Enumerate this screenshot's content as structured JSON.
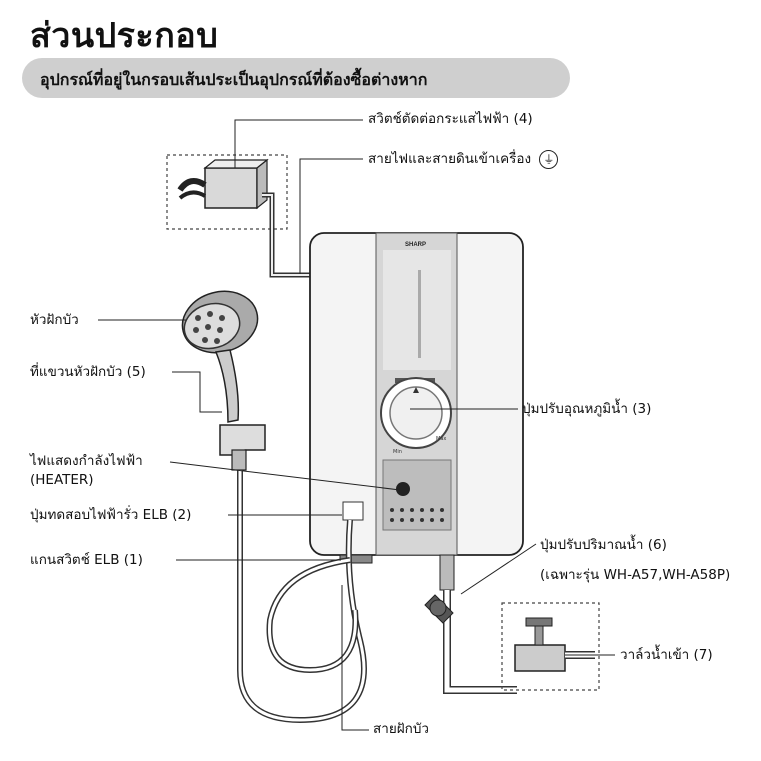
{
  "header": {
    "title": "ส่วนประกอบ",
    "note": "อุปกรณ์ที่อยู่ในกรอบเส้นประเป็นอุปกรณ์ที่ต้องซื้อต่างหาก"
  },
  "device": {
    "brand": "SHARP",
    "temp_dial_min": "Min",
    "temp_dial_max": "Max"
  },
  "labels": {
    "breaker_switch": "สวิตช์ตัดต่อกระแสไฟฟ้า (4)",
    "power_ground_cable": "สายไฟและสายดินเข้าเครื่อง",
    "ground_symbol": "⏚",
    "shower_head": "หัวฝักบัว",
    "shower_holder": "ที่แขวนหัวฝักบัว (5)",
    "temp_knob": "ปุ่มปรับอุณหภูมิน้ำ (3)",
    "heater_lamp": "ไฟแสดงกำลังไฟฟ้า",
    "heater_lamp_en": "(HEATER)",
    "elb_test": "ปุ่มทดสอบไฟฟ้ารั่ว ELB (2)",
    "elb_lever": "แกนสวิตช์ ELB (1)",
    "flow_knob": "ปุ่มปรับปริมาณน้ำ (6)",
    "flow_knob_note": "(เฉพาะรุ่น WH-A57,WH-A58P)",
    "inlet_valve": "วาล์วน้ำเข้า (7)",
    "shower_hose": "สายฝักบัว"
  }
}
